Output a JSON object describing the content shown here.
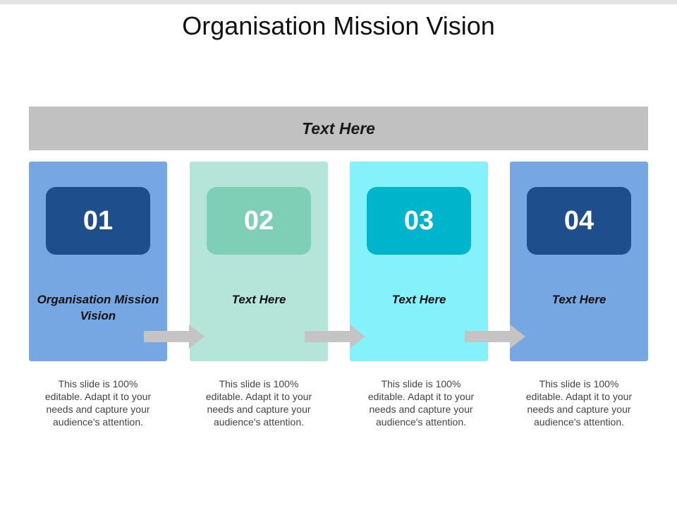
{
  "title": "Organisation Mission Vision",
  "banner": "Text Here",
  "colors": {
    "banner": "#c1c1c1",
    "card_blue": "#77a7e3",
    "card_mint": "#b5e5d8",
    "card_cyan": "#84f1fb",
    "num_navy": "#1e4e8c",
    "num_green": "#7fcfb6",
    "num_teal": "#00b4cc",
    "arrow": "#c4c4c4"
  },
  "steps": [
    {
      "number": "01",
      "label": "Organisation Mission Vision",
      "description": "This slide is 100% editable. Adapt it to your needs and capture your audience's attention."
    },
    {
      "number": "02",
      "label": "Text Here",
      "description": "This slide is 100% editable. Adapt it to your needs and capture your audience's attention."
    },
    {
      "number": "03",
      "label": "Text Here",
      "description": "This slide is 100% editable. Adapt it to your needs and capture your audience's attention."
    },
    {
      "number": "04",
      "label": "Text Here",
      "description": "This slide is 100% editable. Adapt it to your needs and capture your audience's attention."
    }
  ]
}
